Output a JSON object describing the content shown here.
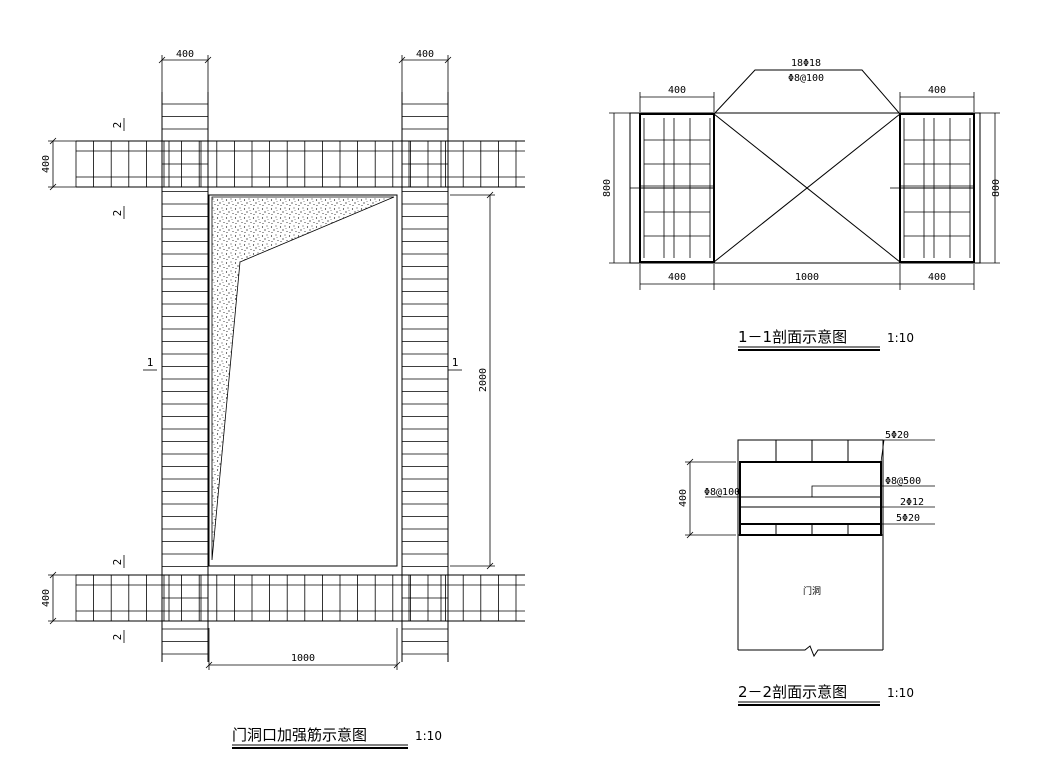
{
  "plan": {
    "dims": {
      "col_width_left": "400",
      "col_width_right": "400",
      "beam_height_top": "400",
      "beam_height_bottom": "400",
      "opening_width": "1000",
      "opening_height": "2000"
    },
    "section_marks": {
      "mark1": "1",
      "mark2": "2"
    },
    "title": "门洞口加强筋示意图",
    "scale": "1:10"
  },
  "section11": {
    "dims": {
      "top_left": "400",
      "top_right": "400",
      "bottom_left": "400",
      "bottom_mid": "1000",
      "bottom_right": "400",
      "height_left": "800",
      "height_right": "800"
    },
    "callout_line1": "18Φ18",
    "callout_line2": "Φ8@100",
    "title": "1－1剖面示意图",
    "scale": "1:10"
  },
  "section22": {
    "dims": {
      "height": "400"
    },
    "labels": {
      "top_bars": "5Φ20",
      "stirrup_right": "Φ8@500",
      "stirrup_left": "Φ8@100",
      "middle_bars": "2Φ12",
      "bottom_bars": "5Φ20",
      "door_frame": "门洞"
    },
    "title": "2－2剖面示意图",
    "scale": "1:10"
  }
}
